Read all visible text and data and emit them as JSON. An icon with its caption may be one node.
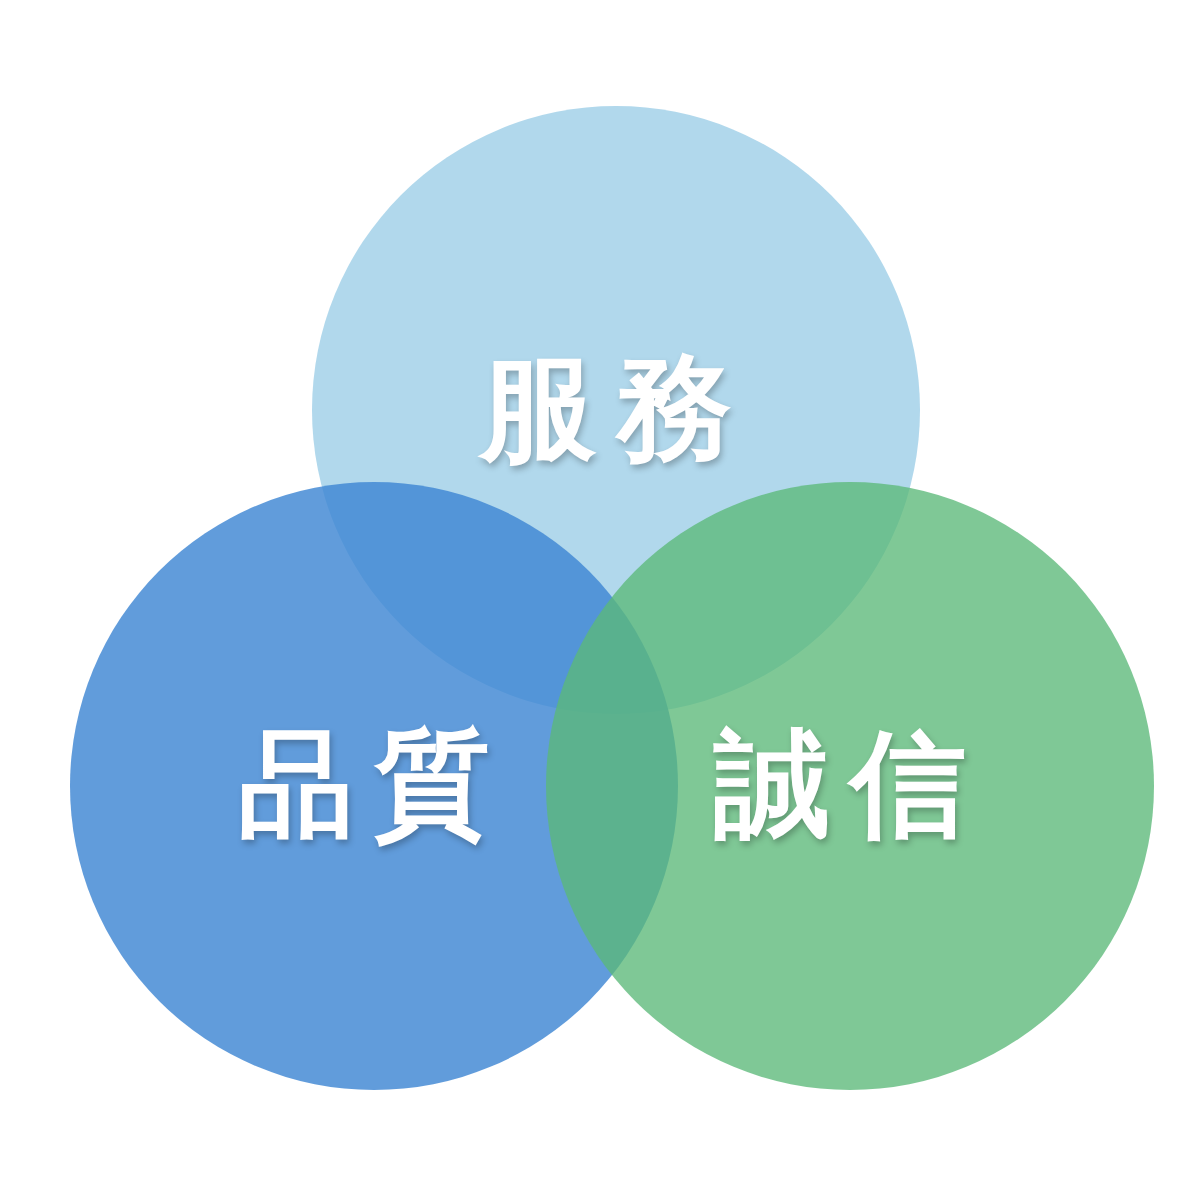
{
  "diagram": {
    "nodes": [
      {
        "text": [
          "服務"
        ]
      },
      {
        "text": [
          "品質"
        ]
      },
      {
        "text": [
          "誠信"
        ]
      }
    ]
  }
}
